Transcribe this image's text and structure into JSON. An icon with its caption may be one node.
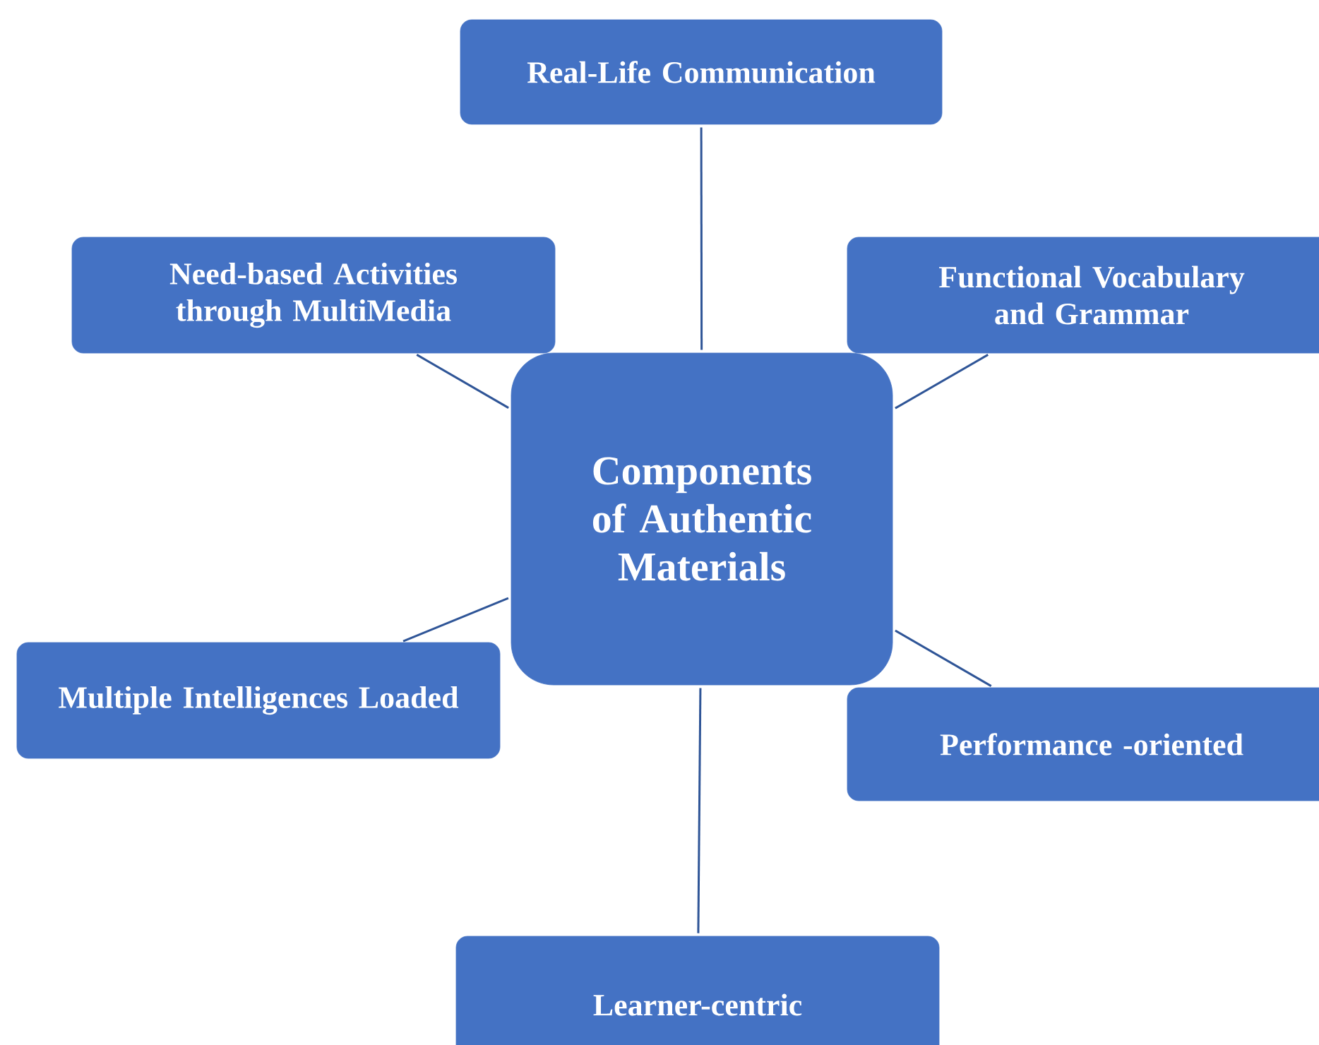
{
  "diagram": {
    "nodes": [
      {
        "text": [
          "Real-Life Communication"
        ]
      },
      {
        "text": [
          "Need-based Activities through MultiMedia"
        ]
      },
      {
        "text": [
          "Functional Vocabulary and Grammar"
        ]
      },
      {
        "text": [
          "Components of Authentic Materials"
        ]
      },
      {
        "text": [
          "Multiple Intelligences Loaded"
        ]
      },
      {
        "text": [
          "Performance -oriented"
        ]
      },
      {
        "text": [
          "Learner-centric"
        ]
      }
    ],
    "edges": [
      {
        "from": 3,
        "to": 0,
        "arrow": "none"
      },
      {
        "from": 3,
        "to": 1,
        "arrow": "none"
      },
      {
        "from": 3,
        "to": 2,
        "arrow": "none"
      },
      {
        "from": 3,
        "to": 4,
        "arrow": "none"
      },
      {
        "from": 3,
        "to": 5,
        "arrow": "none"
      },
      {
        "from": 3,
        "to": 6,
        "arrow": "none"
      }
    ]
  }
}
